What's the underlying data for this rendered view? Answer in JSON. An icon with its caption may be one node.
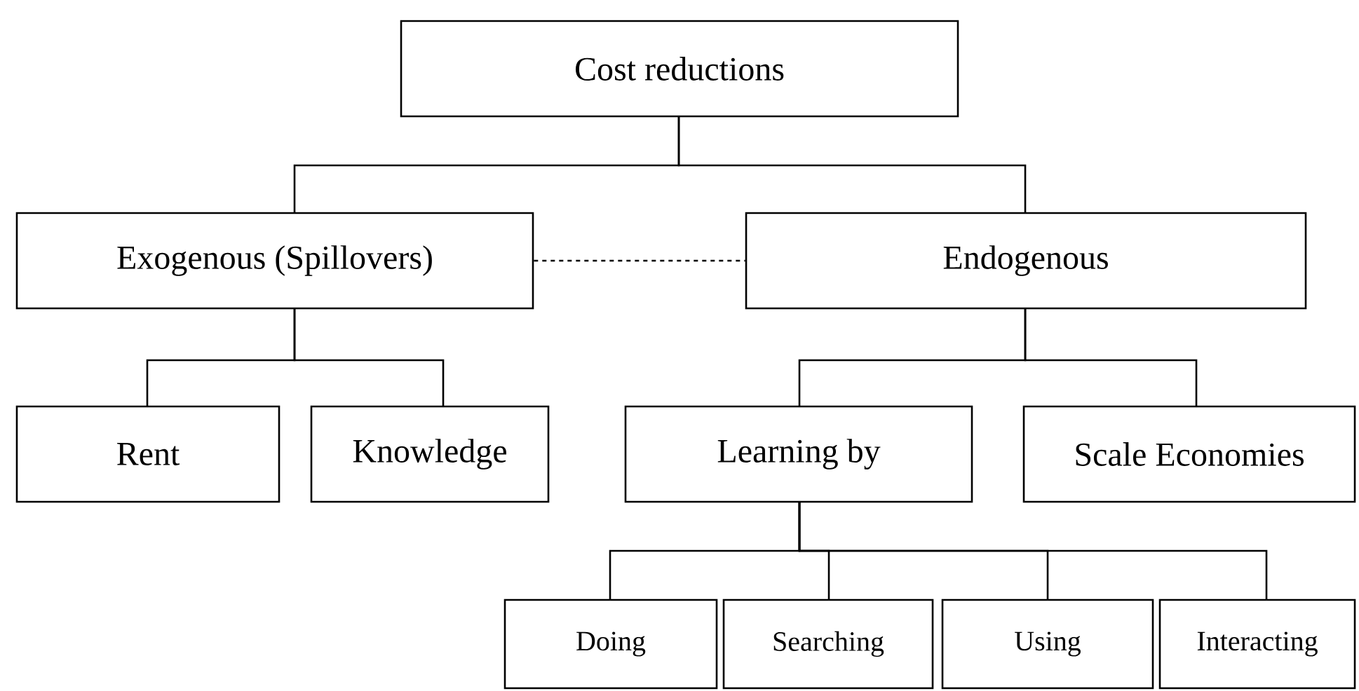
{
  "diagram": {
    "nodes": [
      {
        "text": [
          "Cost reductions"
        ]
      },
      {
        "text": [
          "Exogenous (Spillovers)"
        ]
      },
      {
        "text": [
          "Endogenous"
        ]
      },
      {
        "text": [
          "Rent"
        ]
      },
      {
        "text": [
          "Knowledge"
        ]
      },
      {
        "text": [
          "Learning by"
        ]
      },
      {
        "text": [
          "Scale Economies"
        ]
      },
      {
        "text": [
          "Doing"
        ]
      },
      {
        "text": [
          "Searching"
        ]
      },
      {
        "text": [
          "Using"
        ]
      },
      {
        "text": [
          "Interacting"
        ]
      }
    ],
    "edges": [
      {
        "from": 0,
        "to": 1,
        "arrow": "none"
      },
      {
        "from": 0,
        "to": 2,
        "arrow": "none"
      },
      {
        "from": 1,
        "to": 2,
        "arrow": "none",
        "style": "dashed"
      },
      {
        "from": 1,
        "to": 3,
        "arrow": "none"
      },
      {
        "from": 1,
        "to": 4,
        "arrow": "none"
      },
      {
        "from": 2,
        "to": 5,
        "arrow": "none"
      },
      {
        "from": 2,
        "to": 6,
        "arrow": "none"
      },
      {
        "from": 5,
        "to": 7,
        "arrow": "none"
      },
      {
        "from": 5,
        "to": 8,
        "arrow": "none"
      },
      {
        "from": 5,
        "to": 9,
        "arrow": "none"
      },
      {
        "from": 5,
        "to": 10,
        "arrow": "none"
      }
    ]
  }
}
